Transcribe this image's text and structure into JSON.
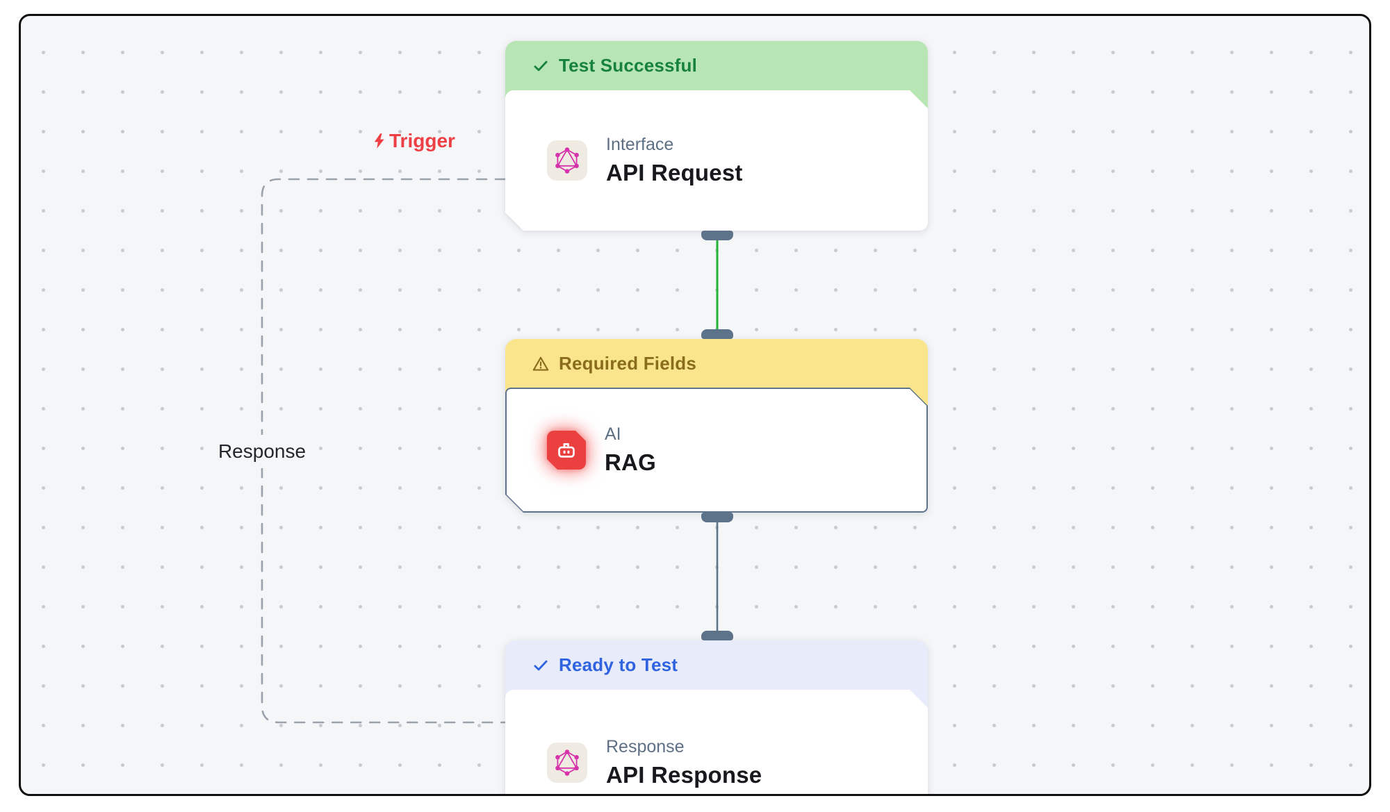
{
  "theme": {
    "canvas-bg": "#f5f6f8",
    "dot-color": "#c7cbd1",
    "frame-border": "#101010",
    "success-bg": "#b7e5b3",
    "success-text": "#17823b",
    "warning-bg": "#fae58c",
    "warning-text": "#8a6c1d",
    "ready-bg": "#e7ebfa",
    "ready-text": "#2f63e0",
    "slate": "#5d7389",
    "edge-green": "#22b438",
    "edge-dashed": "#9aa2ab",
    "trigger-red": "#ee3f44",
    "rag-red": "#ea4040",
    "graphql-pink": "#d633ab",
    "tile-beige": "#efebe2",
    "category-text": "#5f7085",
    "title-text": "#17191c",
    "response-label-text": "#23272d"
  },
  "edge_labels": {
    "trigger": "Trigger",
    "response": "Response"
  },
  "nodes": [
    {
      "status": "Test Successful",
      "category": "Interface",
      "title": "API Request",
      "icon": "graphql-icon"
    },
    {
      "status": "Required Fields",
      "category": "AI",
      "title": "RAG",
      "icon": "robot-icon"
    },
    {
      "status": "Ready to Test",
      "category": "Response",
      "title": "API Response",
      "icon": "graphql-icon"
    }
  ]
}
